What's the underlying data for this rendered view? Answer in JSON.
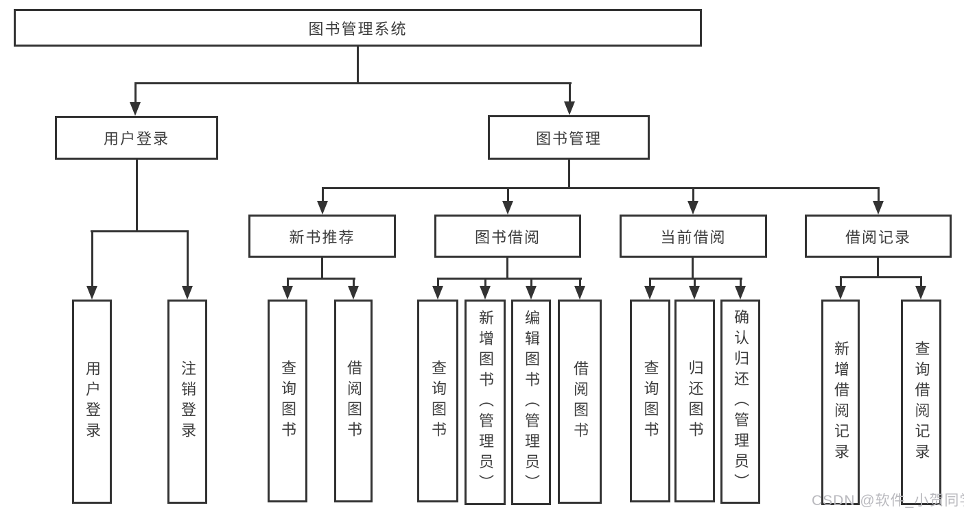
{
  "diagram": {
    "tree": {
      "label": "图书管理系统",
      "children": [
        {
          "label": "用户登录",
          "children": [
            {
              "label": "用户登录"
            },
            {
              "label": "注销登录"
            }
          ]
        },
        {
          "label": "图书管理",
          "children": [
            {
              "label": "新书推荐",
              "children": [
                {
                  "label": "查询图书"
                },
                {
                  "label": "借阅图书"
                }
              ]
            },
            {
              "label": "图书借阅",
              "children": [
                {
                  "label": "查询图书"
                },
                {
                  "label": "新增图书（管理员）"
                },
                {
                  "label": "编辑图书（管理员）"
                },
                {
                  "label": "借阅图书"
                }
              ]
            },
            {
              "label": "当前借阅",
              "children": [
                {
                  "label": "查询图书"
                },
                {
                  "label": "归还图书"
                },
                {
                  "label": "确认归还（管理员）"
                }
              ]
            },
            {
              "label": "借阅记录",
              "children": [
                {
                  "label": "新增借阅记录"
                },
                {
                  "label": "查询借阅记录"
                }
              ]
            }
          ]
        }
      ]
    },
    "watermark": "CSDN @软件_小贺同学",
    "colors": {
      "line": "#333333",
      "text": "#3d3d3d",
      "background": "#ffffff",
      "watermark": "#b9b9be"
    }
  }
}
